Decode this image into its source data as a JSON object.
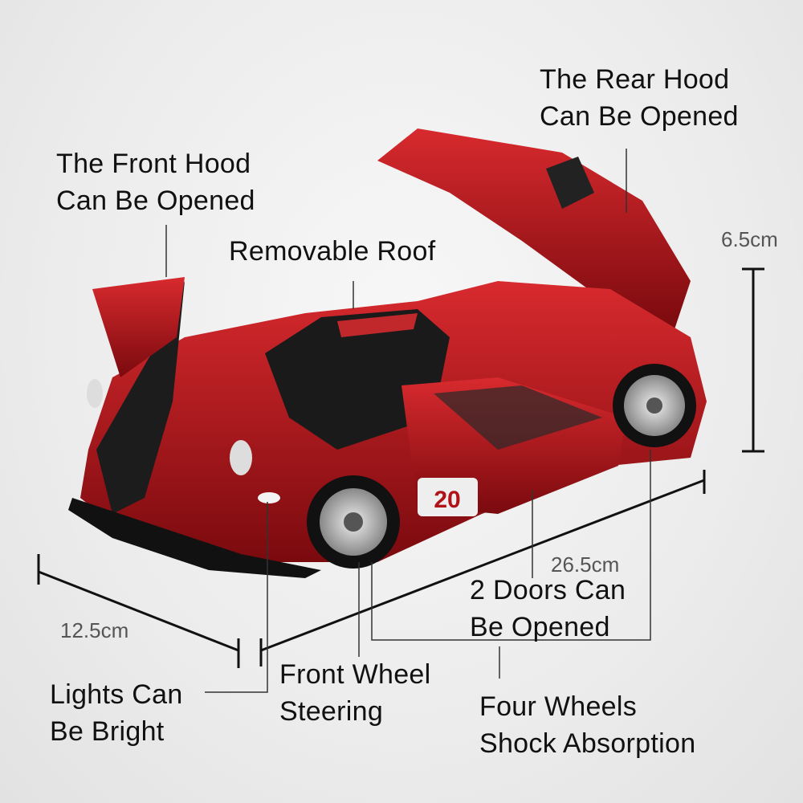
{
  "labels": {
    "rear_hood": [
      "The Rear Hood",
      "Can Be Opened"
    ],
    "front_hood": [
      "The Front Hood",
      "Can Be Opened"
    ],
    "roof": "Removable Roof",
    "doors": [
      "2 Doors Can",
      "Be Opened"
    ],
    "front_wheel": [
      "Front Wheel",
      "Steering"
    ],
    "lights": [
      "Lights Can",
      "Be Bright"
    ],
    "shock": [
      "Four Wheels",
      "Shock Absorption"
    ]
  },
  "dimensions": {
    "height": "6.5cm",
    "length": "26.5cm",
    "width": "12.5cm"
  },
  "car": {
    "number": "20",
    "body_color": "#b01218",
    "trim_color": "#151515"
  }
}
